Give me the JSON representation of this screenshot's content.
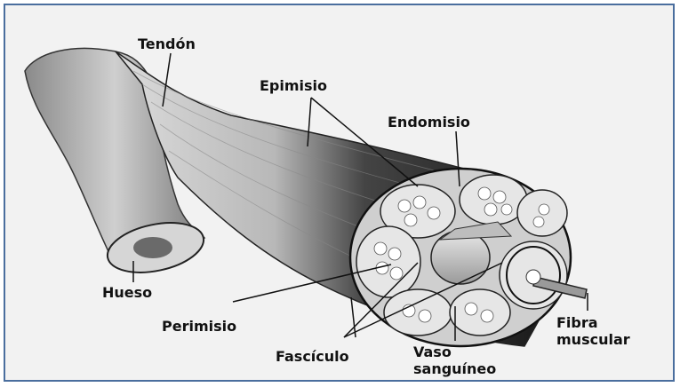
{
  "labels": {
    "tendon": "Tendón",
    "epimisio": "Epimisio",
    "endomisio": "Endomisio",
    "hueso": "Hueso",
    "perimisio": "Perimisio",
    "fasciculo": "Fascículo",
    "vaso_line1": "Vaso",
    "vaso_line2": "sanguíneo",
    "fibra_line1": "Fibra",
    "fibra_line2": "muscular"
  },
  "colors": {
    "frame_border": "#4a6e9e",
    "background": "#f2f2f2",
    "muscle_dark": "#1a1a1a",
    "tissue_light": "#d8d8d8"
  }
}
